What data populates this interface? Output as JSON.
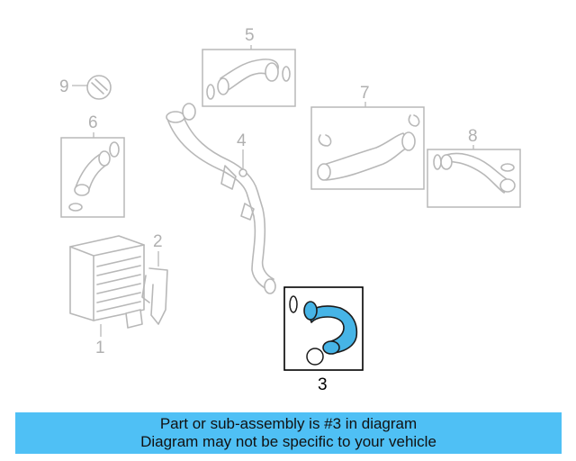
{
  "diagram": {
    "callouts": {
      "c1": "1",
      "c2": "2",
      "c3": "3",
      "c4": "4",
      "c5": "5",
      "c6": "6",
      "c7": "7",
      "c8": "8",
      "c9": "9"
    },
    "highlighted_part": "3",
    "highlight_color": "#46b4e6",
    "line_color": "#b8b8b8"
  },
  "banner": {
    "line1": "Part or sub-assembly is #3 in diagram",
    "line2": "Diagram may not be specific to your vehicle",
    "background": "#4fc0f5"
  }
}
